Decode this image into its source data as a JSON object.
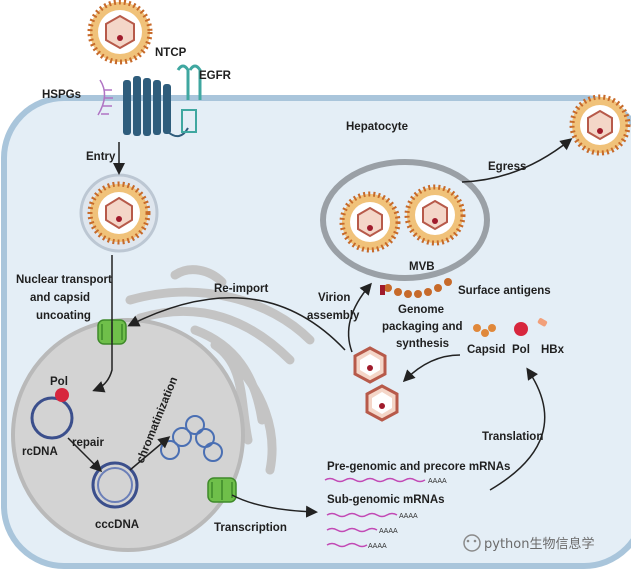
{
  "labels": {
    "ntcp": "NTCP",
    "egfr": "EGFR",
    "hspgs": "HSPGs",
    "hepatocyte": "Hepatocyte",
    "entry": "Entry",
    "egress": "Egress",
    "nuclear_transport_1": "Nuclear transport",
    "nuclear_transport_2": "and capsid",
    "nuclear_transport_3": "uncoating",
    "reimport": "Re-import",
    "mvb": "MVB",
    "surface_antigens": "Surface antigens",
    "virion_assembly_1": "Virion",
    "virion_assembly_2": "assembly",
    "genome_packaging_1": "Genome",
    "genome_packaging_2": "packaging and",
    "genome_packaging_3": "synthesis",
    "capsid": "Capsid",
    "pol": "Pol",
    "hbx": "HBx",
    "pol_nucleus": "Pol",
    "rcdna": "rcDNA",
    "repair": "repair",
    "cccdna": "cccDNA",
    "chromatinization": "chromatinization",
    "transcription": "Transcription",
    "translation": "Translation",
    "pregenomic": "Pre-genomic and precore mRNAs",
    "subgenomic": "Sub-genomic mRNAs",
    "polya": "AAAA",
    "watermark": "python生物信息学"
  },
  "colors": {
    "cell_fill": "#e4eef6",
    "cell_border": "#a9c5db",
    "nucleus_fill": "#d3d3d3",
    "envelope": "#f0c27a",
    "spike": "#c76a2a",
    "capsid": "#f4d6c8",
    "capsid_edge": "#b75a4a",
    "pol_red": "#d7263d",
    "mrna": "#c24ab5",
    "ntcp": "#2f5d7c",
    "egfr": "#3fa7a0",
    "npc_green": "#6fbf4a"
  }
}
